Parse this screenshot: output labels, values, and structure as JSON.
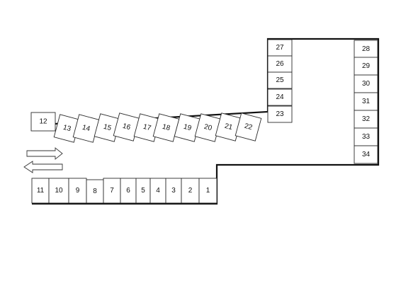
{
  "diagram": {
    "bottom_row": [
      "11",
      "10",
      "9",
      "8",
      "7",
      "6",
      "5",
      "4",
      "3",
      "2",
      "1"
    ],
    "entry_slot": "12",
    "tilted_row": [
      "13",
      "14",
      "15",
      "16",
      "17",
      "18",
      "19",
      "20",
      "21",
      "22"
    ],
    "inner_column": [
      "27",
      "26",
      "25",
      "24",
      "23"
    ],
    "right_column": [
      "28",
      "29",
      "30",
      "31",
      "32",
      "33",
      "34"
    ],
    "arrows": [
      "right",
      "left"
    ]
  }
}
